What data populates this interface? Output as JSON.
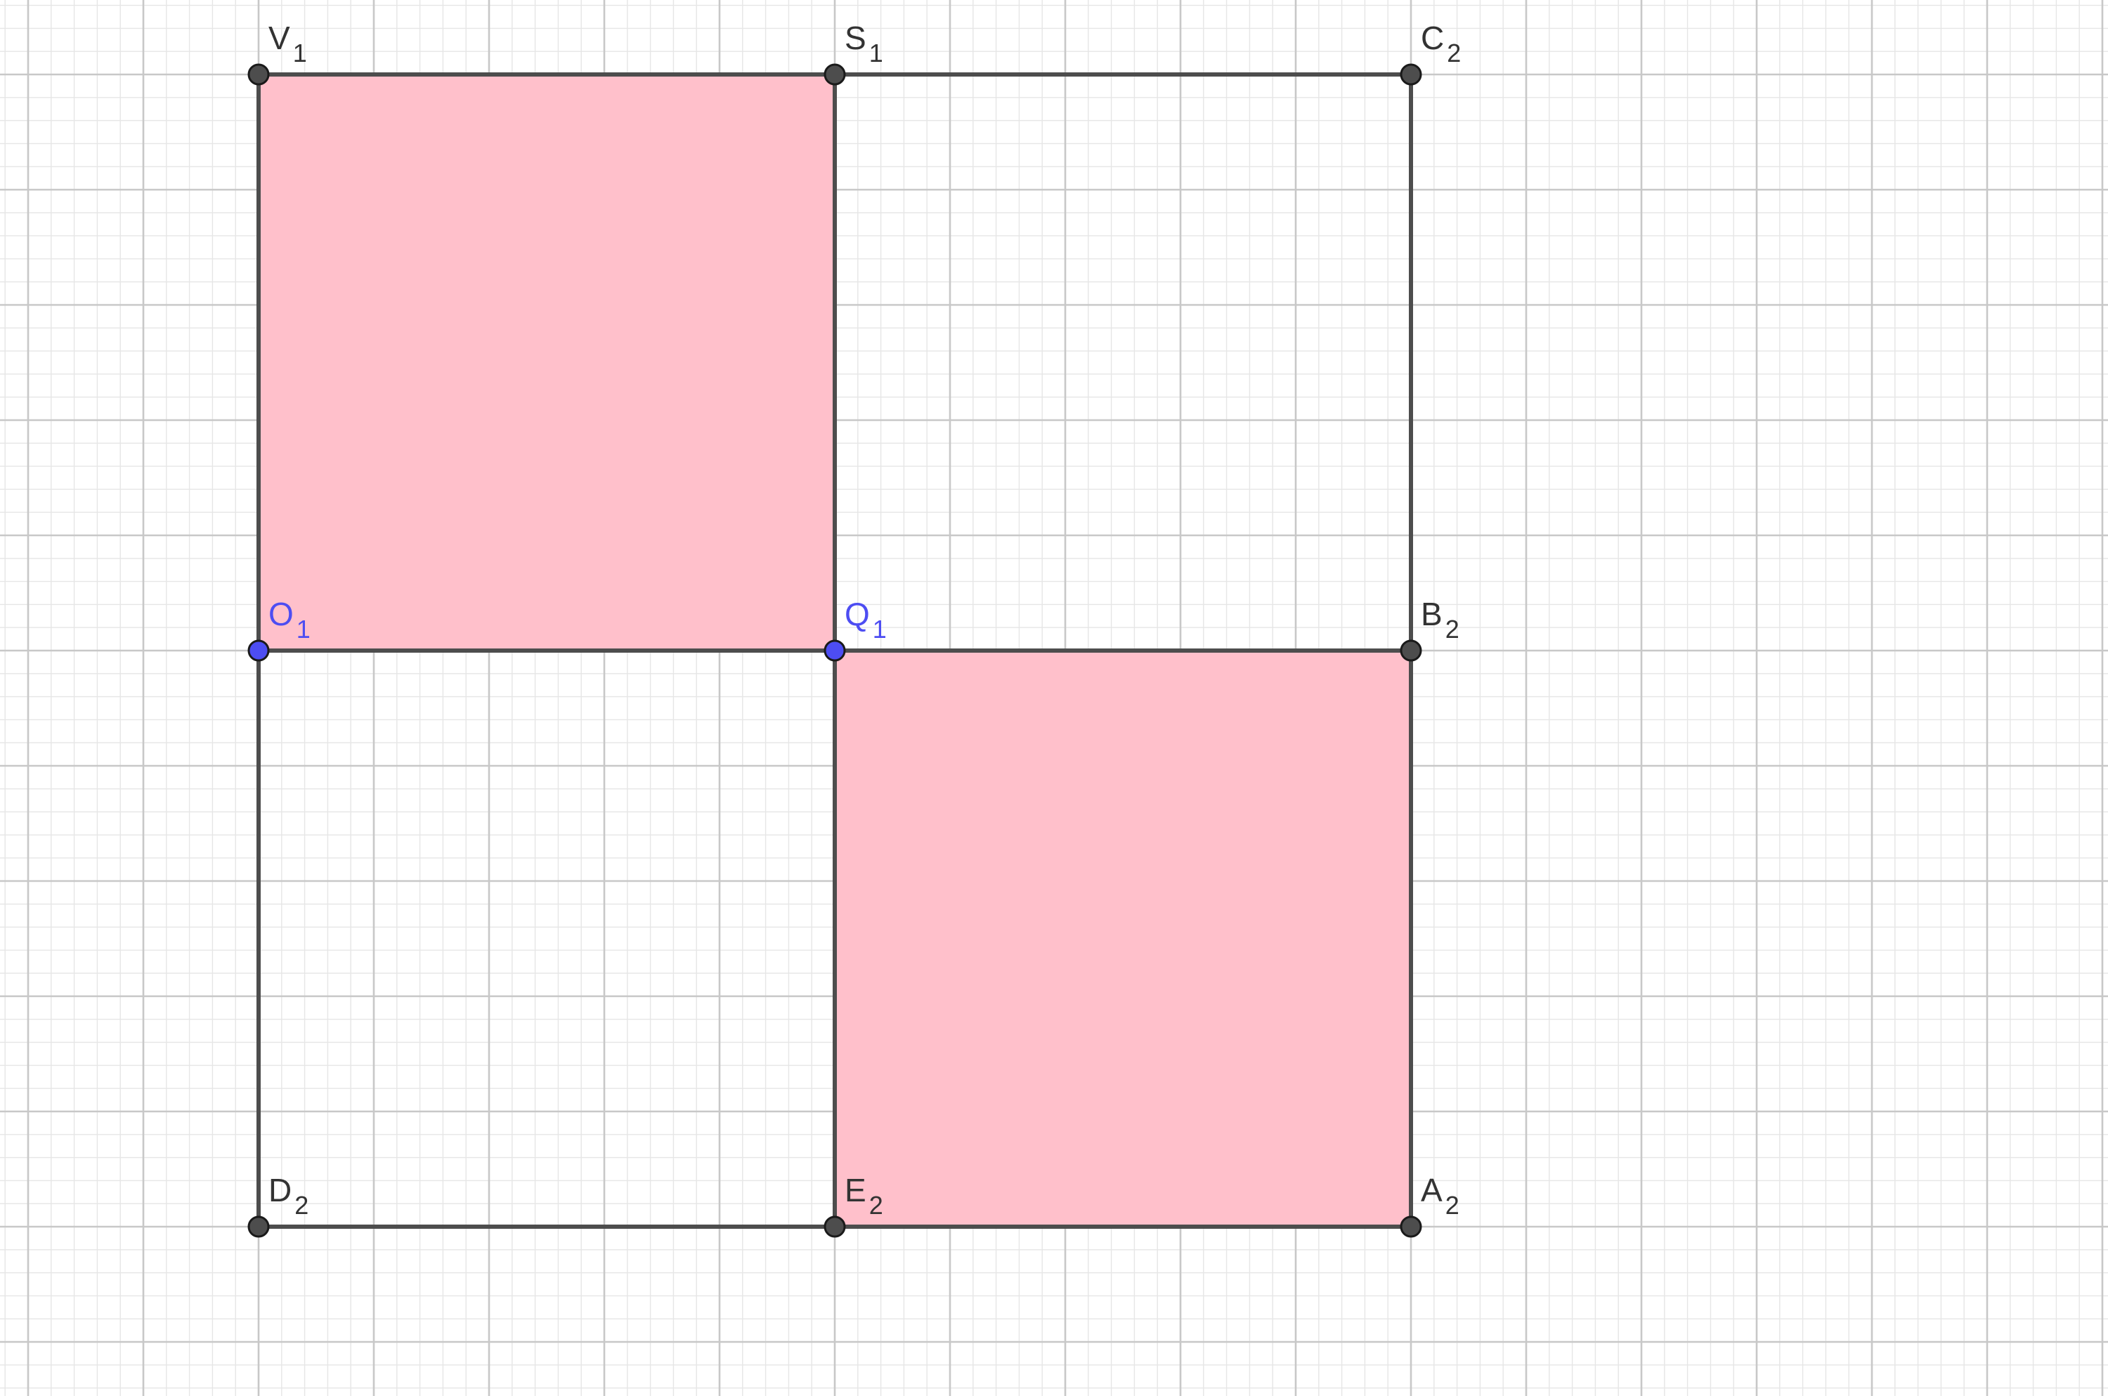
{
  "colors": {
    "background": "#ffffff",
    "grid_minor": "#e6e6e6",
    "grid_major": "#c8c8c8",
    "fill": "#ffc0cb",
    "edge": "#4d4d4d",
    "point_default": "#4d4d4d",
    "point_free": "#4d4df2",
    "label_default": "#333333",
    "label_free": "#4d4df2"
  },
  "points": [
    {
      "id": "V1",
      "name": "V",
      "sub": "1",
      "x": 0,
      "y": 2,
      "style": "default"
    },
    {
      "id": "S1",
      "name": "S",
      "sub": "1",
      "x": 1,
      "y": 2,
      "style": "default"
    },
    {
      "id": "C2",
      "name": "C",
      "sub": "2",
      "x": 2,
      "y": 2,
      "style": "default"
    },
    {
      "id": "O1",
      "name": "O",
      "sub": "1",
      "x": 0,
      "y": 1,
      "style": "free"
    },
    {
      "id": "Q1",
      "name": "Q",
      "sub": "1",
      "x": 1,
      "y": 1,
      "style": "free"
    },
    {
      "id": "B2",
      "name": "B",
      "sub": "2",
      "x": 2,
      "y": 1,
      "style": "default"
    },
    {
      "id": "D2",
      "name": "D",
      "sub": "2",
      "x": 0,
      "y": 0,
      "style": "default"
    },
    {
      "id": "E2",
      "name": "E",
      "sub": "2",
      "x": 1,
      "y": 0,
      "style": "default"
    },
    {
      "id": "A2",
      "name": "A",
      "sub": "2",
      "x": 2,
      "y": 0,
      "style": "default"
    }
  ],
  "filled_regions": [
    {
      "id": "top-left-square",
      "vertices": [
        "O1",
        "Q1",
        "S1",
        "V1"
      ]
    },
    {
      "id": "bottom-right-square",
      "vertices": [
        "E2",
        "A2",
        "B2",
        "Q1"
      ]
    }
  ],
  "segments": [
    [
      "V1",
      "S1"
    ],
    [
      "S1",
      "C2"
    ],
    [
      "O1",
      "Q1"
    ],
    [
      "Q1",
      "B2"
    ],
    [
      "D2",
      "E2"
    ],
    [
      "E2",
      "A2"
    ],
    [
      "V1",
      "O1"
    ],
    [
      "O1",
      "D2"
    ],
    [
      "S1",
      "Q1"
    ],
    [
      "Q1",
      "E2"
    ],
    [
      "C2",
      "B2"
    ],
    [
      "B2",
      "A2"
    ]
  ]
}
